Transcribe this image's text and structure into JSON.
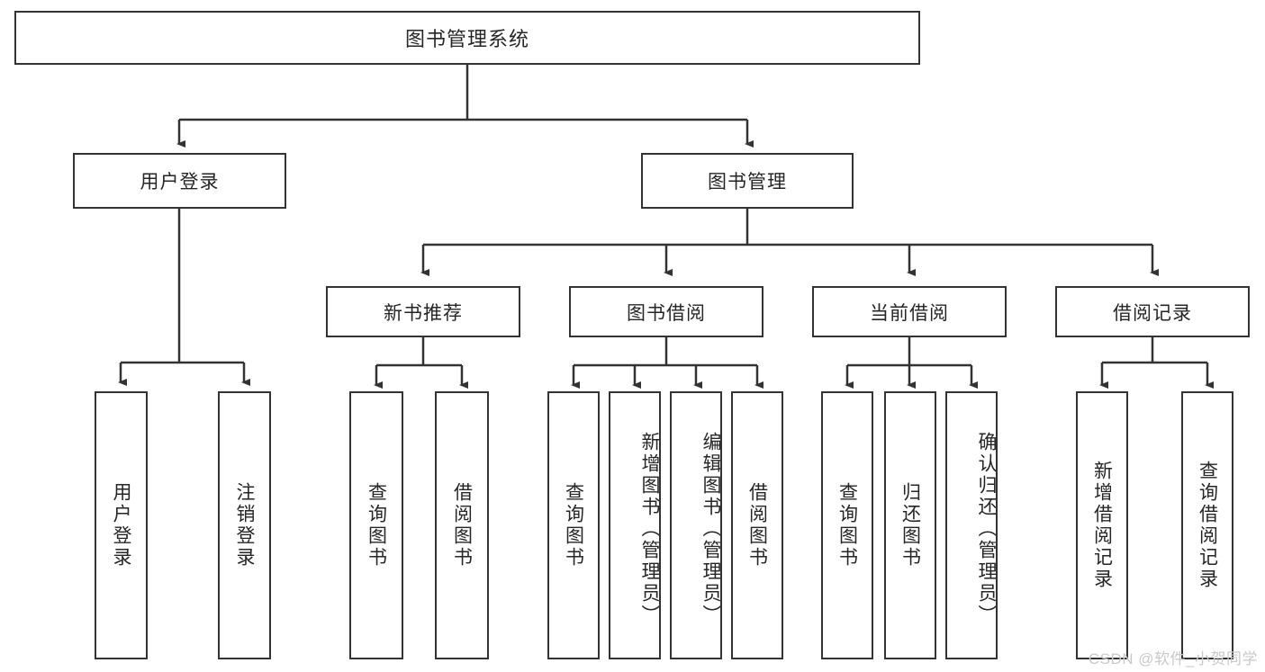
{
  "diagram": {
    "title": "图书管理系统",
    "watermark": "CSDN @软件_小贺同学",
    "colors": {
      "background": "#ffffff",
      "box_border": "#333333",
      "connector": "#333333",
      "text": "#262626",
      "watermark": "#c9c9c9"
    },
    "nodes": {
      "root": {
        "label": "图书管理系统"
      },
      "level2": [
        {
          "label": "用户登录"
        },
        {
          "label": "图书管理"
        }
      ],
      "level3": [
        {
          "label": "新书推荐"
        },
        {
          "label": "图书借阅"
        },
        {
          "label": "当前借阅"
        },
        {
          "label": "借阅记录"
        }
      ],
      "leaves": [
        {
          "label": "用户登录"
        },
        {
          "label": "注销登录"
        },
        {
          "label": "查询图书"
        },
        {
          "label": "借阅图书"
        },
        {
          "label": "查询图书"
        },
        {
          "label": "新增图书（管理员）"
        },
        {
          "label": "编辑图书（管理员）"
        },
        {
          "label": "借阅图书"
        },
        {
          "label": "查询图书"
        },
        {
          "label": "归还图书"
        },
        {
          "label": "确认归还（管理员）"
        },
        {
          "label": "新增借阅记录"
        },
        {
          "label": "查询借阅记录"
        }
      ]
    }
  }
}
